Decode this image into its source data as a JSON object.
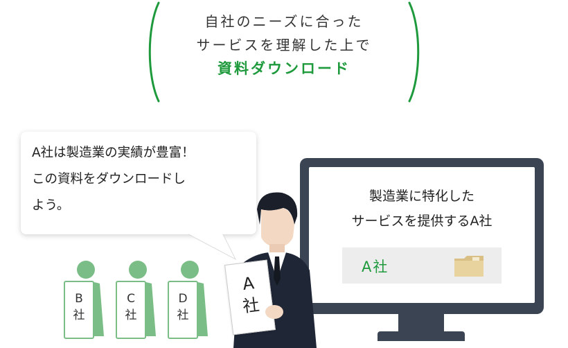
{
  "heading": {
    "line1": "自社のニーズに合った",
    "line2": "サービスを理解した上で",
    "line3": "資料ダウンロード"
  },
  "bubble": {
    "line1": "A社は製造業の実績が豊富！",
    "line2": "この資料をダウンロードし",
    "line3": "よう。"
  },
  "monitor": {
    "line1": "製造業に特化した",
    "line2": "サービスを提供するA社",
    "file_label": "A社",
    "folder_icon": "folder-icon"
  },
  "companies": [
    {
      "letter": "B",
      "label": "社"
    },
    {
      "letter": "C",
      "label": "社"
    },
    {
      "letter": "D",
      "label": "社"
    }
  ],
  "person_paper": {
    "letter": "A",
    "label": "社"
  },
  "colors": {
    "accent_green": "#1e9a3d",
    "figure_green": "#7bbd86",
    "monitor_frame": "#3b4453",
    "suit": "#1f2636"
  }
}
